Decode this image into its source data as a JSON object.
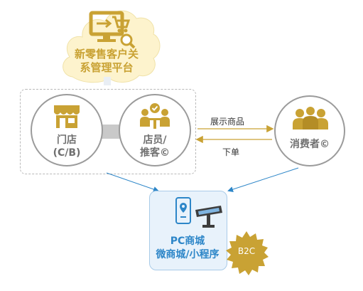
{
  "platform": {
    "title_line1": "新零售客户关",
    "title_line2": "系管理平台",
    "icon": "monitor-cart-search-icon"
  },
  "nodes": {
    "store": {
      "label_line1": "门店",
      "label_line2": "(C/B)",
      "icon": "storefront-icon"
    },
    "clerk": {
      "label_line1": "店员/",
      "label_line2": "推客©",
      "icon": "clerk-group-icon"
    },
    "consumer": {
      "label": "消费者©",
      "icon": "consumers-group-icon"
    },
    "mall": {
      "label_line1": "PC商城",
      "label_line2": "微商城/小程序",
      "icons": [
        "phone-location-icon",
        "kiosk-terminal-icon"
      ]
    }
  },
  "edges": {
    "show_products": "展示商品",
    "place_order": "下单"
  },
  "badge": {
    "text": "B2C"
  },
  "colors": {
    "gold": "#c9a234",
    "gray_border": "#9b9b9b",
    "blue": "#2d86c8",
    "light_blue": "#e8f2fb",
    "dark_text": "#707070"
  }
}
